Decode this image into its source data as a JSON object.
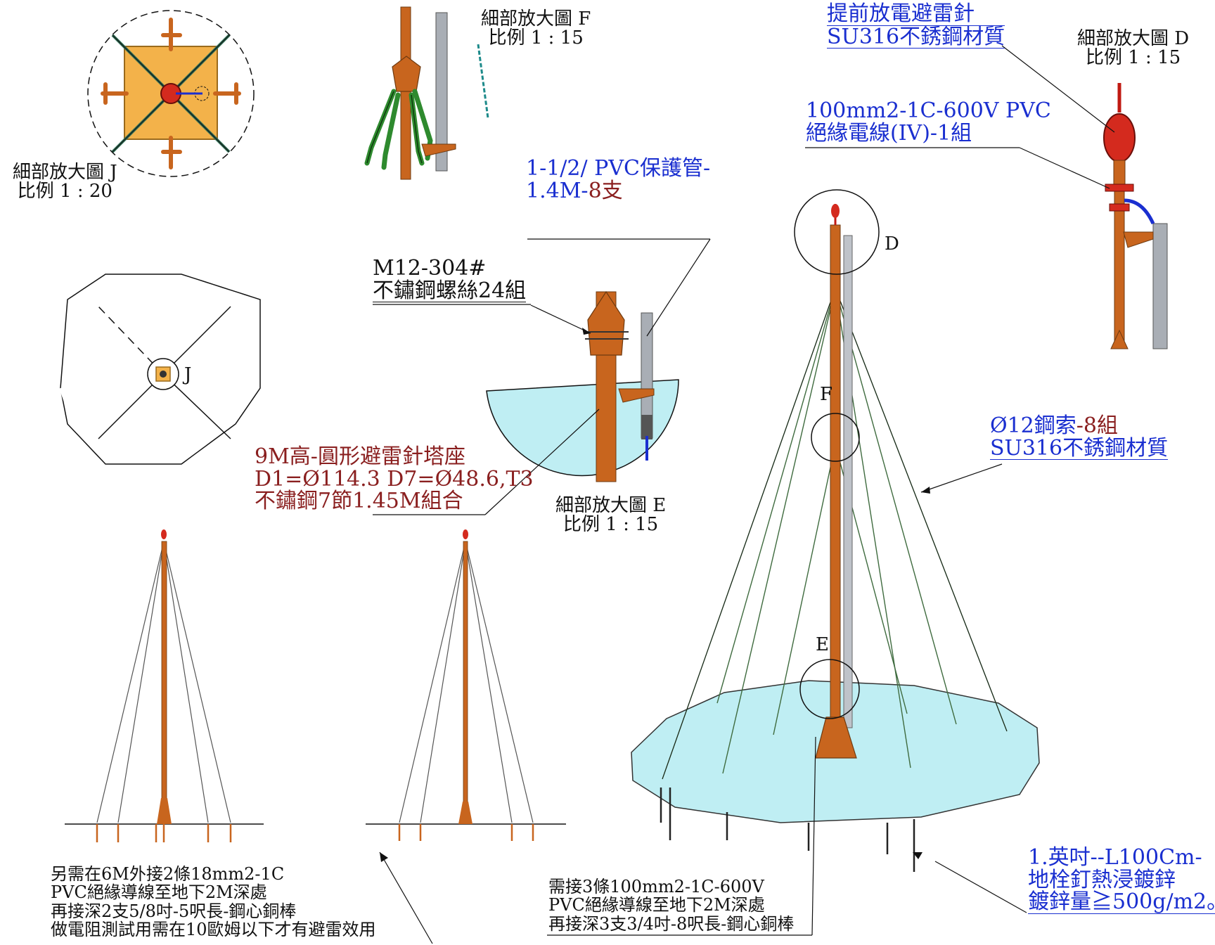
{
  "details": {
    "j": {
      "title": "細部放大圖 J",
      "scale": "比例 1 : 20",
      "marker": "J"
    },
    "f": {
      "title": "細部放大圖 F",
      "scale": "比例 1 : 15",
      "marker": "F"
    },
    "d": {
      "title": "細部放大圖 D",
      "scale": "比例 1 : 15",
      "marker": "D"
    },
    "e": {
      "title": "細部放大圖 E",
      "scale": "比例 1 : 15",
      "marker": "E"
    }
  },
  "callouts": {
    "lightning_rod": {
      "line1": "提前放電避雷針",
      "line2": "SU316不銹鋼材質",
      "color": "#1a2fd0"
    },
    "wire": {
      "line1": "100mm2-1C-600V PVC",
      "line2": "絕緣電線(IV)-1組",
      "color": "#1a2fd0"
    },
    "pvc_pipe": {
      "line1": "1-1/2/ PVC保護管-",
      "line2_a": "1.4M-",
      "line2_b": "8支",
      "color": "#1a2fd0"
    },
    "bolts": {
      "line1": "M12-304#",
      "line2": "不鏽鋼螺絲24組"
    },
    "tower": {
      "line1": "9M高-圓形避雷針塔座",
      "line2": "D1=Ø114.3 D7=Ø48.6,T3",
      "line3": "不鏽鋼7節1.45M組合",
      "color": "#8a1f1f"
    },
    "cable": {
      "line1_a": "Ø12鋼索",
      "line1_b": "-8組",
      "line2": "SU316不銹鋼材質",
      "color": "#1a2fd0"
    },
    "anchor": {
      "line1": "1.英吋--L100Cm-",
      "line2": "地栓釘熱浸鍍鋅",
      "line3": "鍍鋅量≧500g/m2。",
      "color": "#1a2fd0"
    }
  },
  "notes": {
    "left": [
      "另需在6M外接2條18mm2-1C",
      "PVC絕緣導線至地下2M深處",
      "再接深2支5/8吋-5呎長-鋼心銅棒",
      "做電阻測試用需在10歐姆以下才有避雷效用"
    ],
    "right": [
      "需接3條100mm2-1C-600V",
      "PVC絕緣導線至地下2M深處",
      "再接深3支3/4吋-8呎長-鋼心銅棒"
    ]
  },
  "colors": {
    "mast": "#c8651e",
    "base_plate": "#f3b24a",
    "ground": "#bfeef3",
    "rod_head": "#d42a1e",
    "pipe": "#a9aeb5",
    "cable": "#4a7a4a"
  }
}
